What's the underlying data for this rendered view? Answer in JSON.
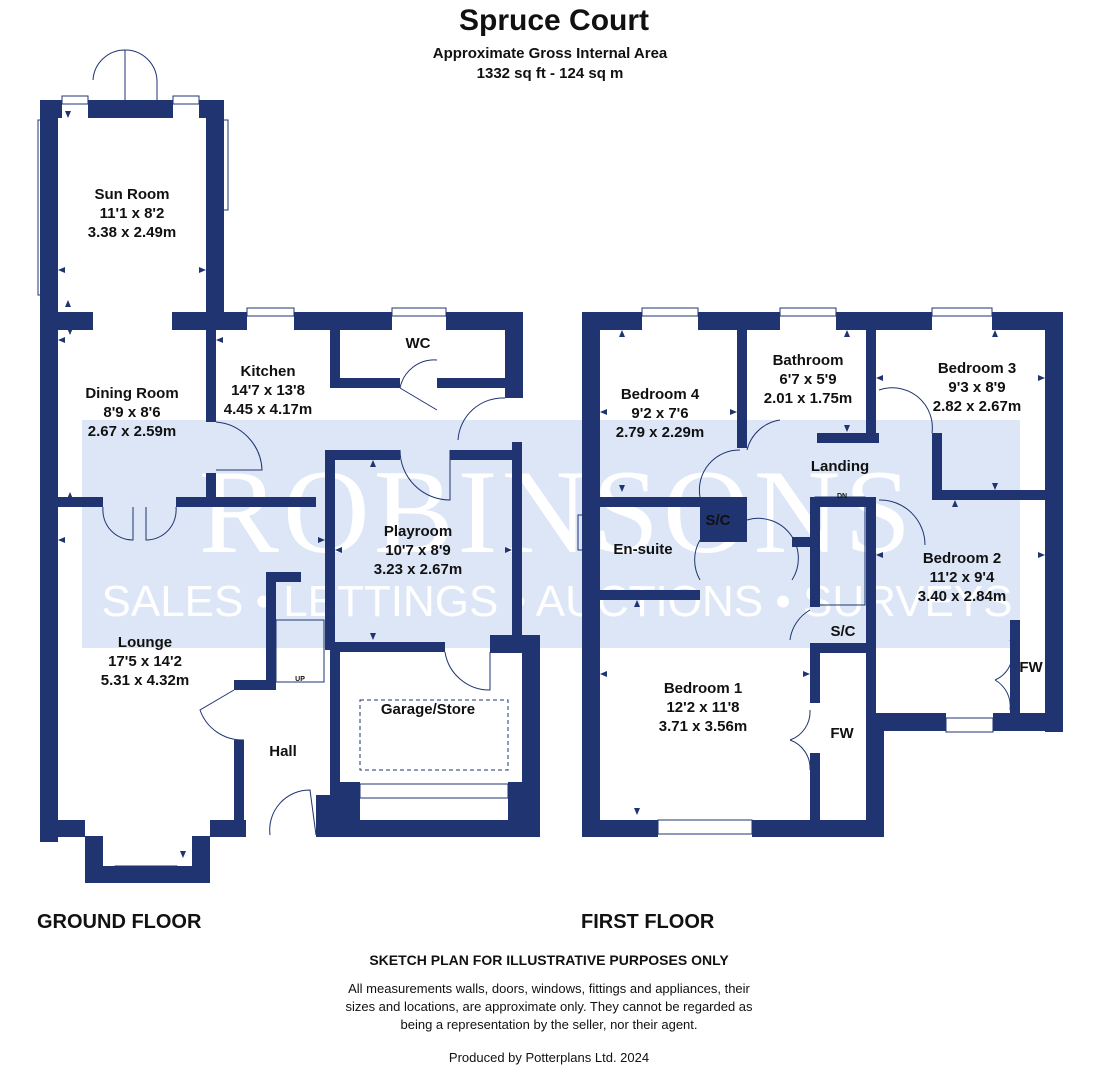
{
  "header": {
    "title": "Spruce Court",
    "area_label": "Approximate Gross Internal Area",
    "area_value": "1332 sq ft - 124 sq m"
  },
  "watermark": {
    "name": "ROBINSONS",
    "services": "SALES • LETTINGS • AUCTIONS • SURVEYS"
  },
  "ground_floor": {
    "label": "GROUND FLOOR",
    "rooms": [
      {
        "name": "Sun Room",
        "imperial": "11'1 x 8'2",
        "metric": "3.38 x 2.49m"
      },
      {
        "name": "Dining Room",
        "imperial": "8'9 x 8'6",
        "metric": "2.67 x 2.59m"
      },
      {
        "name": "Kitchen",
        "imperial": "14'7 x 13'8",
        "metric": "4.45 x 4.17m"
      },
      {
        "name": "WC"
      },
      {
        "name": "Playroom",
        "imperial": "10'7 x 8'9",
        "metric": "3.23 x 2.67m"
      },
      {
        "name": "Lounge",
        "imperial": "17'5 x 14'2",
        "metric": "5.31 x 4.32m"
      },
      {
        "name": "Garage/Store"
      },
      {
        "name": "Hall"
      }
    ],
    "stairs_label": "UP"
  },
  "first_floor": {
    "label": "FIRST FLOOR",
    "rooms": [
      {
        "name": "Bedroom 4",
        "imperial": "9'2 x 7'6",
        "metric": "2.79 x 2.29m"
      },
      {
        "name": "Bathroom",
        "imperial": "6'7 x 5'9",
        "metric": "2.01 x 1.75m"
      },
      {
        "name": "Bedroom 3",
        "imperial": "9'3 x 8'9",
        "metric": "2.82 x 2.67m"
      },
      {
        "name": "Landing"
      },
      {
        "name": "S/C"
      },
      {
        "name": "En-suite"
      },
      {
        "name": "Bedroom 2",
        "imperial": "11'2 x 9'4",
        "metric": "3.40 x 2.84m"
      },
      {
        "name": "S/C"
      },
      {
        "name": "FW"
      },
      {
        "name": "Bedroom 1",
        "imperial": "12'2 x 11'8",
        "metric": "3.71 x 3.56m"
      },
      {
        "name": "FW"
      }
    ],
    "stairs_label": "DN"
  },
  "footer": {
    "heading": "SKETCH PLAN FOR ILLUSTRATIVE PURPOSES ONLY",
    "disclaimer_1": "All measurements walls, doors, windows, fittings and appliances, their",
    "disclaimer_2": "sizes and locations, are approximate only. They cannot be regarded as",
    "disclaimer_3": "being a representation by the seller, nor their agent.",
    "produced_by": "Produced by Potterplans Ltd. 2024"
  },
  "colors": {
    "wall": "#1f3470",
    "watermark_band": "#dce6f7",
    "watermark_text": "#ffffff",
    "text": "#111111"
  }
}
